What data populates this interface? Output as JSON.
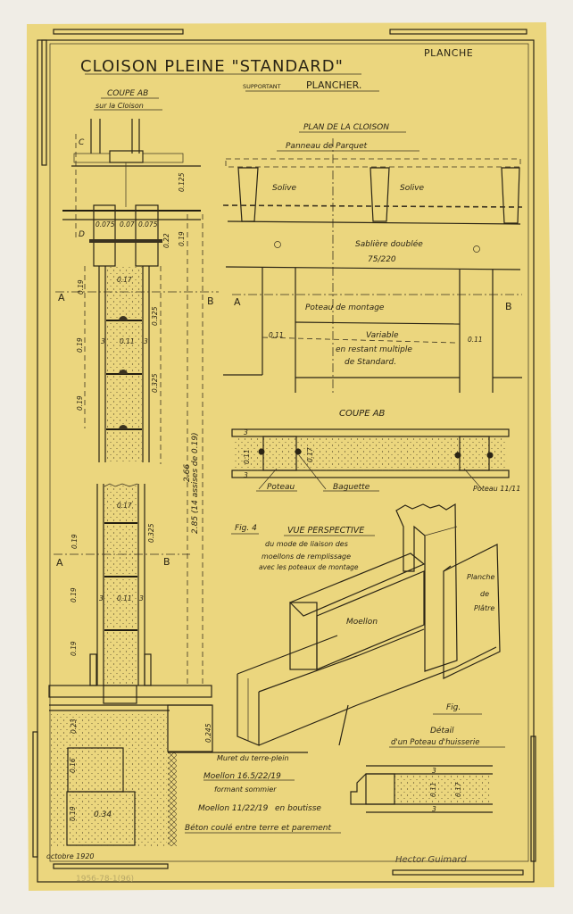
{
  "sheet": {
    "title": "CLOISON PLEINE \"STANDARD\"",
    "planche": "PLANCHE",
    "subtitle_small": "SUPPORTANT",
    "subtitle": "PLANCHER.",
    "date": "octobre 1920",
    "signature": "Hector Guimard",
    "stamp": "1956-78-1(96)",
    "paper_color": "#ebd67e"
  },
  "section_wall": {
    "title": "COUPE AB",
    "subtitle": "sur la Cloison",
    "label_c": "C",
    "label_d": "D",
    "label_a": "A",
    "label_b": "B",
    "dims": {
      "d0125": "0.125",
      "d0075a": "0.075",
      "d007": "0.07",
      "d0075b": "0.075",
      "d022": "0.22",
      "d019top": "0.19",
      "d017": "0.17",
      "d0325a": "0.325",
      "d019a": "0.19",
      "d3a": "3",
      "d011": "0.11",
      "d3b": "3",
      "d019b": "0.19",
      "d019c": "0.19",
      "d0325b": "0.325",
      "d266": "2.66",
      "d285": "2.85 (14 assises de 0.19)"
    }
  },
  "lower_wall": {
    "label_a": "A",
    "label_b": "B",
    "dims": {
      "d017": "0.17",
      "d0325": "0.325",
      "d019a": "0.19",
      "d3a": "3",
      "d011": "0.11",
      "d3b": "3",
      "d019b": "0.19",
      "d019c": "0.19",
      "d0245": "0.245",
      "d023": "0.23",
      "d016": "0.16",
      "d019d": "0.19",
      "d034": "0.34"
    }
  },
  "foundation_notes": {
    "muret": "Muret du terre-plein",
    "moellon1": "Moellon 16.5/22/19",
    "moellon1_sub": "formant sommier",
    "moellon2": "Moellon 11/22/19",
    "moellon2_sub": "en boutisse",
    "beton": "Béton coulé entre terre et parement"
  },
  "plan": {
    "title": "PLAN DE LA CLOISON",
    "panneau": "Panneau de Parquet",
    "solive1": "Solive",
    "solive2": "Solive",
    "sabliere": "Sablière doublée",
    "sabliere_dim": "75/220",
    "label_a": "A",
    "label_b": "B",
    "poteau": "Poteau de montage",
    "dim_left": "0.11",
    "dim_right": "0.11",
    "variable1": "Variable",
    "variable2": "en restant multiple",
    "variable3": "de Standard."
  },
  "coupe_ab": {
    "title": "COUPE AB",
    "dim3a": "3",
    "dim011": "0.11",
    "dim017": "0.17",
    "dim3b": "3",
    "poteau": "Poteau",
    "baguette": "Baguette",
    "poteau11": "Poteau 11/11"
  },
  "perspective": {
    "fig": "Fig. 4",
    "title": "VUE PERSPECTIVE",
    "line1": "du mode de liaison des",
    "line2": "moellons de remplissage",
    "line3": "avec les poteaux de montage",
    "moellon": "Moellon",
    "planche1": "Planche",
    "planche2": "de",
    "planche3": "Plâtre"
  },
  "detail": {
    "fig": "Fig.",
    "title": "Détail",
    "subtitle": "d'un Poteau d'huisserie",
    "dim3a": "3",
    "dim011": "0.11",
    "dim017": "0.17",
    "dim3b": "3"
  }
}
